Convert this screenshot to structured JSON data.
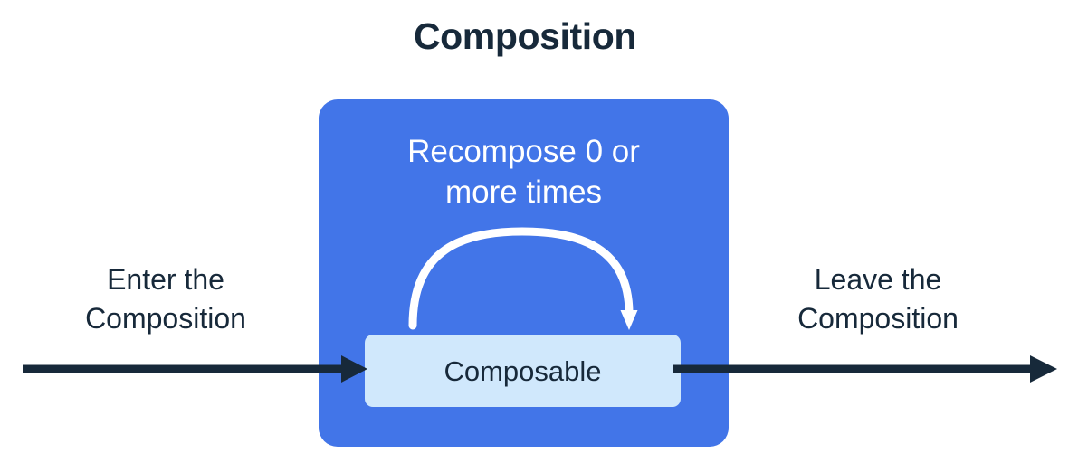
{
  "title": "Composition",
  "composition": {
    "recompose_caption": "Recompose 0 or\nmore times",
    "composable_label": "Composable"
  },
  "flow": {
    "enter_label": "Enter the\nComposition",
    "leave_label": "Leave the\nComposition"
  },
  "colors": {
    "background": "#ffffff",
    "composition_blue": "#4275E8",
    "composable_light_blue": "#D0E8FC",
    "ink_navy": "#17293A",
    "arrow_white": "#ffffff"
  },
  "icons": {
    "recompose_loop": "curved-loop-arrow-icon",
    "enter_arrow": "right-arrow-icon",
    "leave_arrow": "right-arrow-icon"
  }
}
